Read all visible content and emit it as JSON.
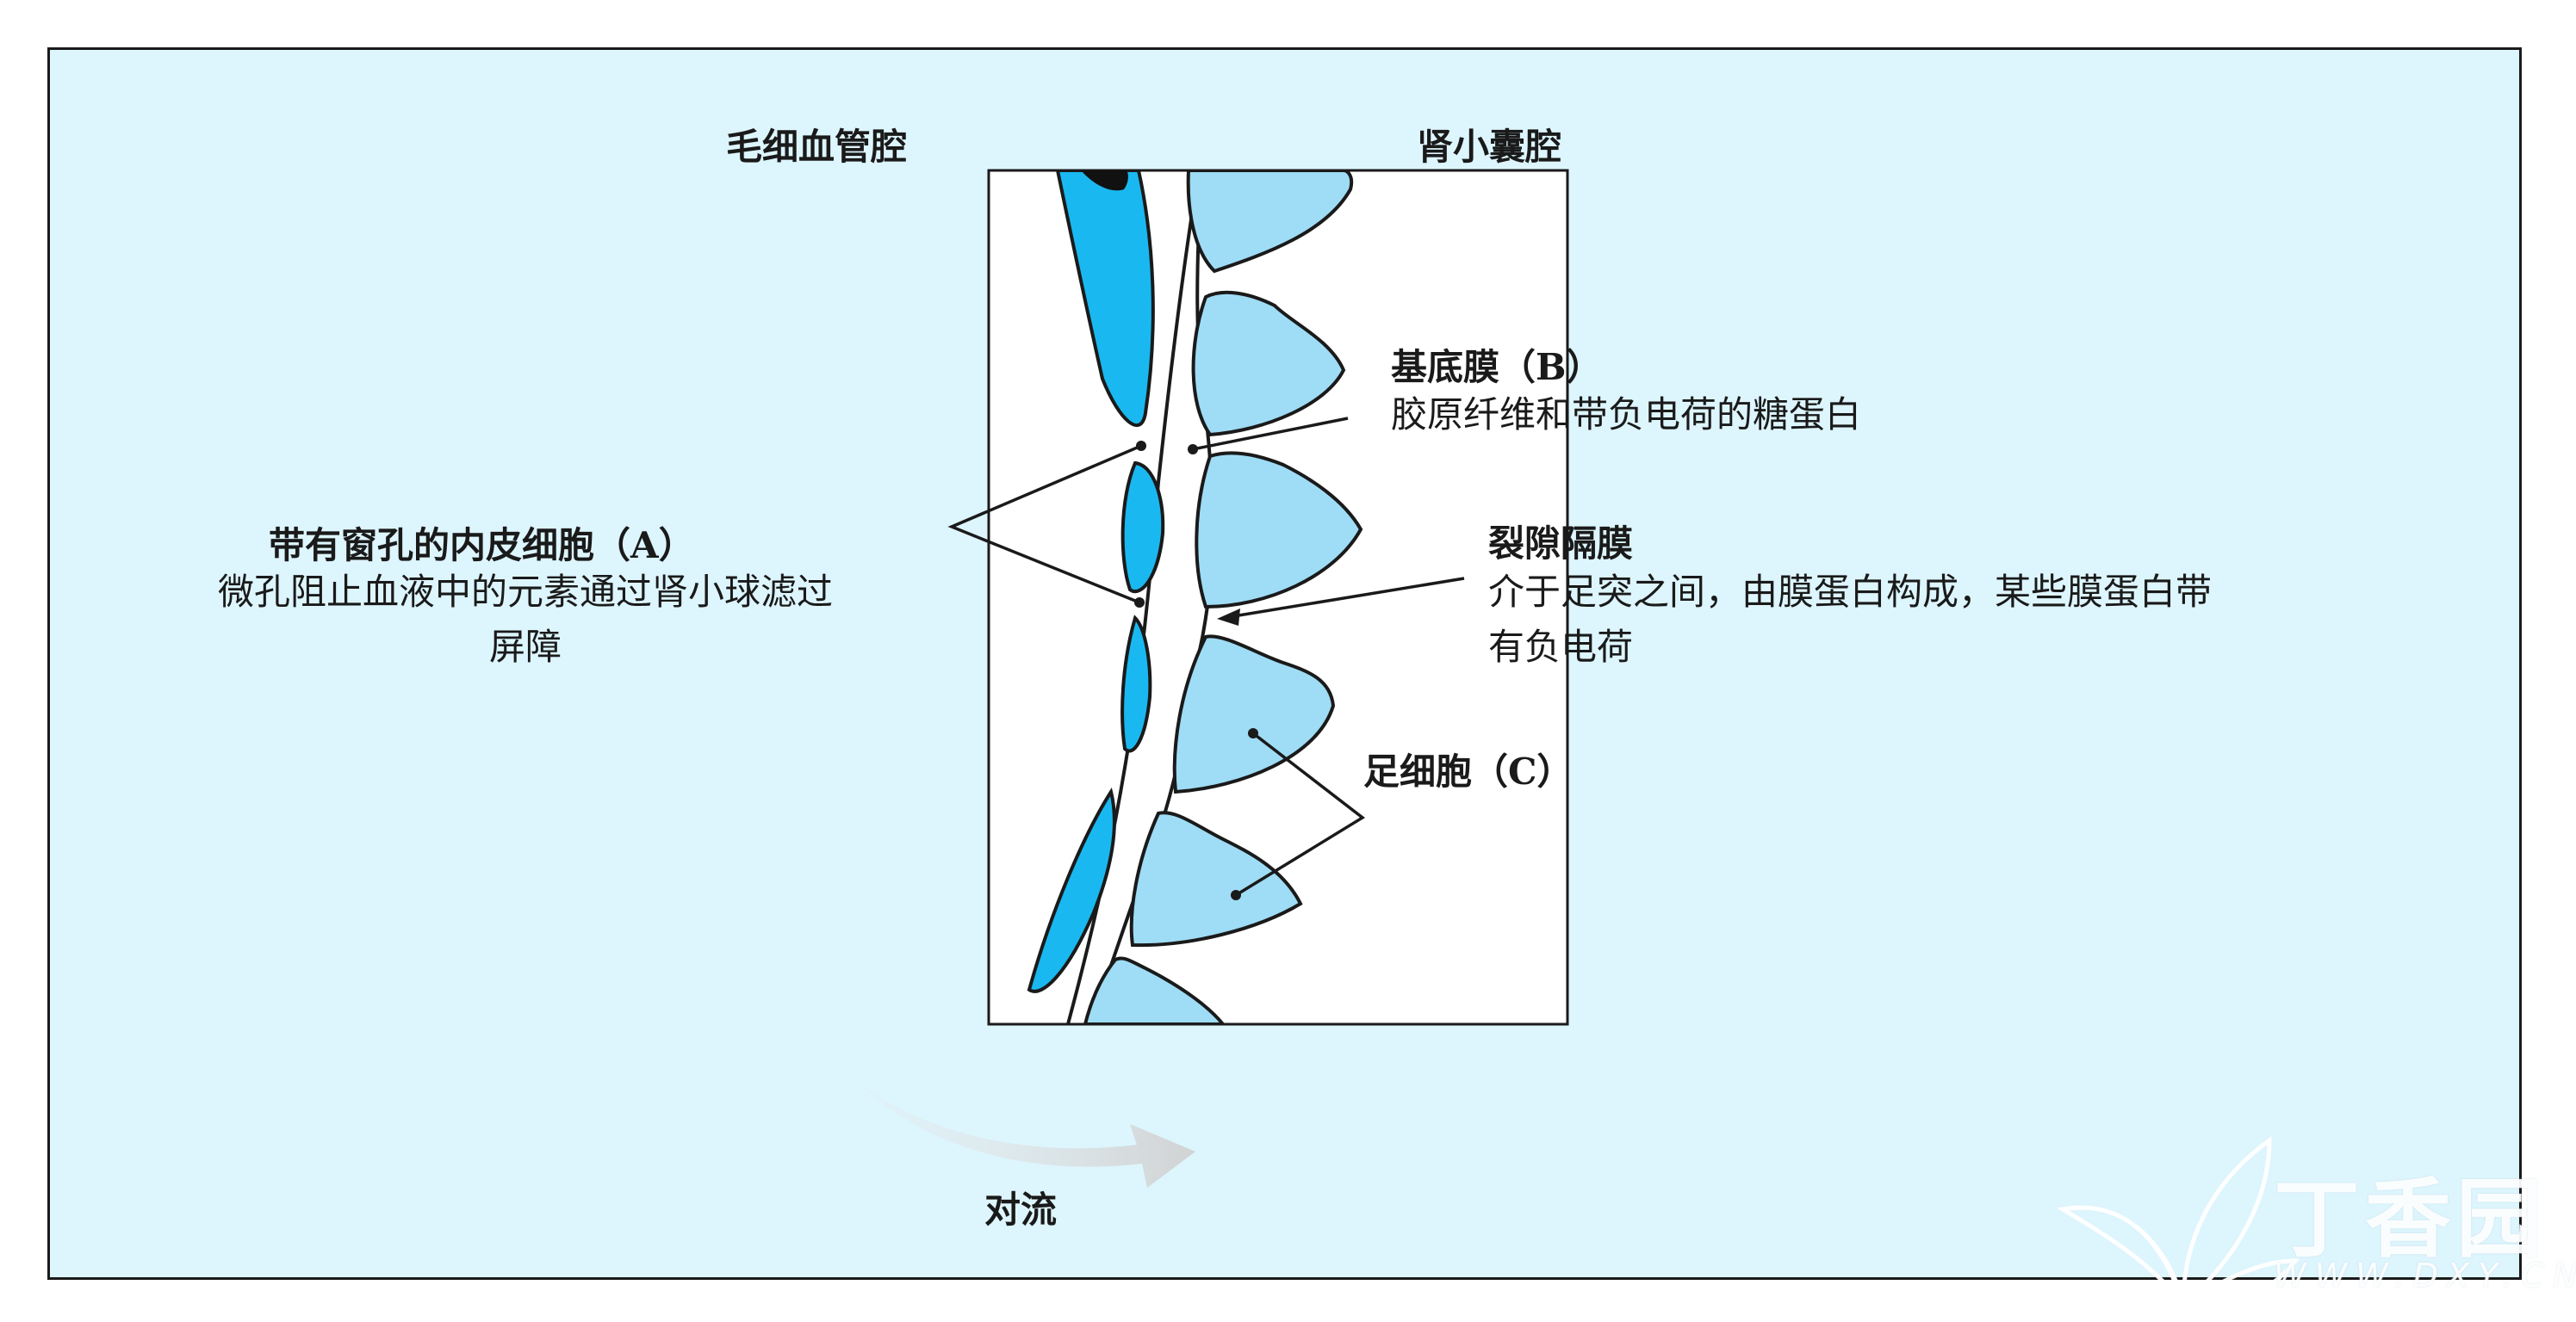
{
  "labels": {
    "capillary_lumen": "毛细血管腔",
    "bowman_space": "肾小囊腔",
    "basement_membrane": {
      "title": "基底膜（B）",
      "desc": "胶原纤维和带负电荷的糖蛋白"
    },
    "endothelial_cell": {
      "title": "带有窗孔的内皮细胞（A）",
      "desc_line1": "微孔阻止血液中的元素通过肾小球滤过",
      "desc_line2": "屏障"
    },
    "slit_diaphragm": {
      "title": "裂隙隔膜",
      "desc_line1": "介于足突之间，由膜蛋白构成，某些膜蛋白带",
      "desc_line2": "有负电荷"
    },
    "podocyte": {
      "title": "足细胞（C）"
    },
    "countercurrent": "对流"
  },
  "watermark": {
    "text": "丁香园",
    "url": "WWW.DXY.CN"
  },
  "colors": {
    "background": "#ddf5fd",
    "inner_panel": "#ffffff",
    "endothelium": "#1ab8f0",
    "podocyte": "#9fdcf6",
    "outline": "#1a1a1a",
    "arrow": "#d9d9d9"
  }
}
